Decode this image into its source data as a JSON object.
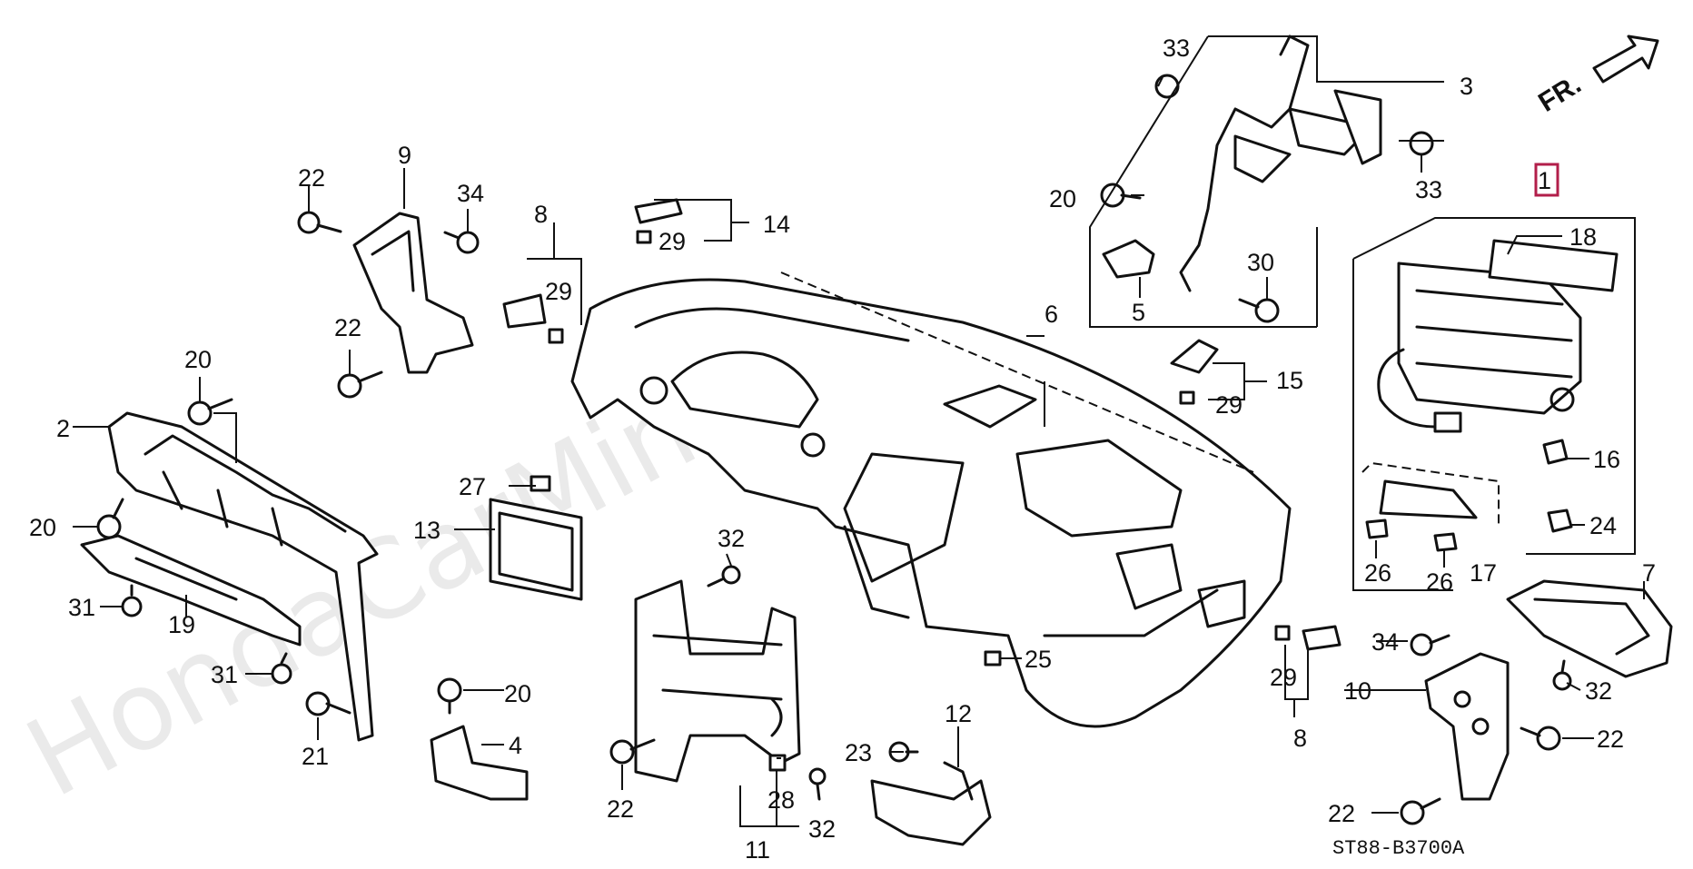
{
  "diagram_code": "ST88-B3700A",
  "front_indicator": "FR.",
  "watermark": "HondaCarMine.ru",
  "highlight_color": "#b21e4a",
  "callouts": {
    "c1": "1",
    "c2": "2",
    "c3": "3",
    "c4": "4",
    "c5": "5",
    "c6": "6",
    "c7": "7",
    "c8a": "8",
    "c8b": "8",
    "c9": "9",
    "c10": "10",
    "c11": "11",
    "c12": "12",
    "c13": "13",
    "c14": "14",
    "c15": "15",
    "c16": "16",
    "c17": "17",
    "c18": "18",
    "c19": "19",
    "c20a": "20",
    "c20b": "20",
    "c20c": "20",
    "c20d": "20",
    "c21": "21",
    "c22a": "22",
    "c22b": "22",
    "c22c": "22",
    "c22d": "22",
    "c22e": "22",
    "c23": "23",
    "c24": "24",
    "c25": "25",
    "c26a": "26",
    "c26b": "26",
    "c27": "27",
    "c28": "28",
    "c29a": "29",
    "c29b": "29",
    "c29c": "29",
    "c29d": "29",
    "c30": "30",
    "c31a": "31",
    "c31b": "31",
    "c32a": "32",
    "c32b": "32",
    "c32c": "32",
    "c33a": "33",
    "c33b": "33",
    "c34a": "34",
    "c34b": "34"
  }
}
